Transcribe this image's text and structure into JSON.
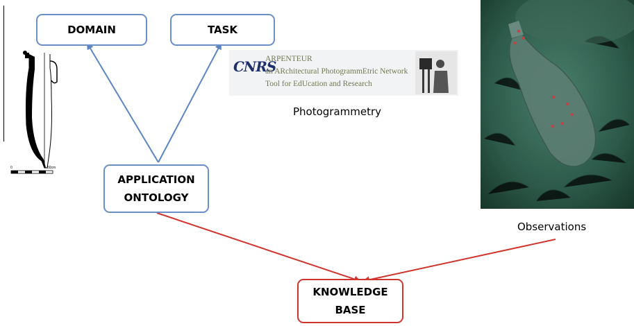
{
  "diagram": {
    "nodes": {
      "domain": "DOMAIN",
      "task": "TASK",
      "application_ontology": "APPLICATION\nONTOLOGY",
      "knowledge_base": "KNOWLEDGE\nBASE"
    },
    "labels": {
      "photogrammetry": "Photogrammetry",
      "observations": "Observations"
    },
    "logo": {
      "mark": "CNRS",
      "line1": "ARPENTEUR",
      "line2": "an ARchitectural PhotogrammEtric Network",
      "line3": "Tool for EdUcation and Research"
    },
    "scale": {
      "start": "0",
      "end": "50cm"
    },
    "colors": {
      "ontology_edges": "#5b86c3",
      "knowledge_edges": "#d0342c"
    }
  }
}
